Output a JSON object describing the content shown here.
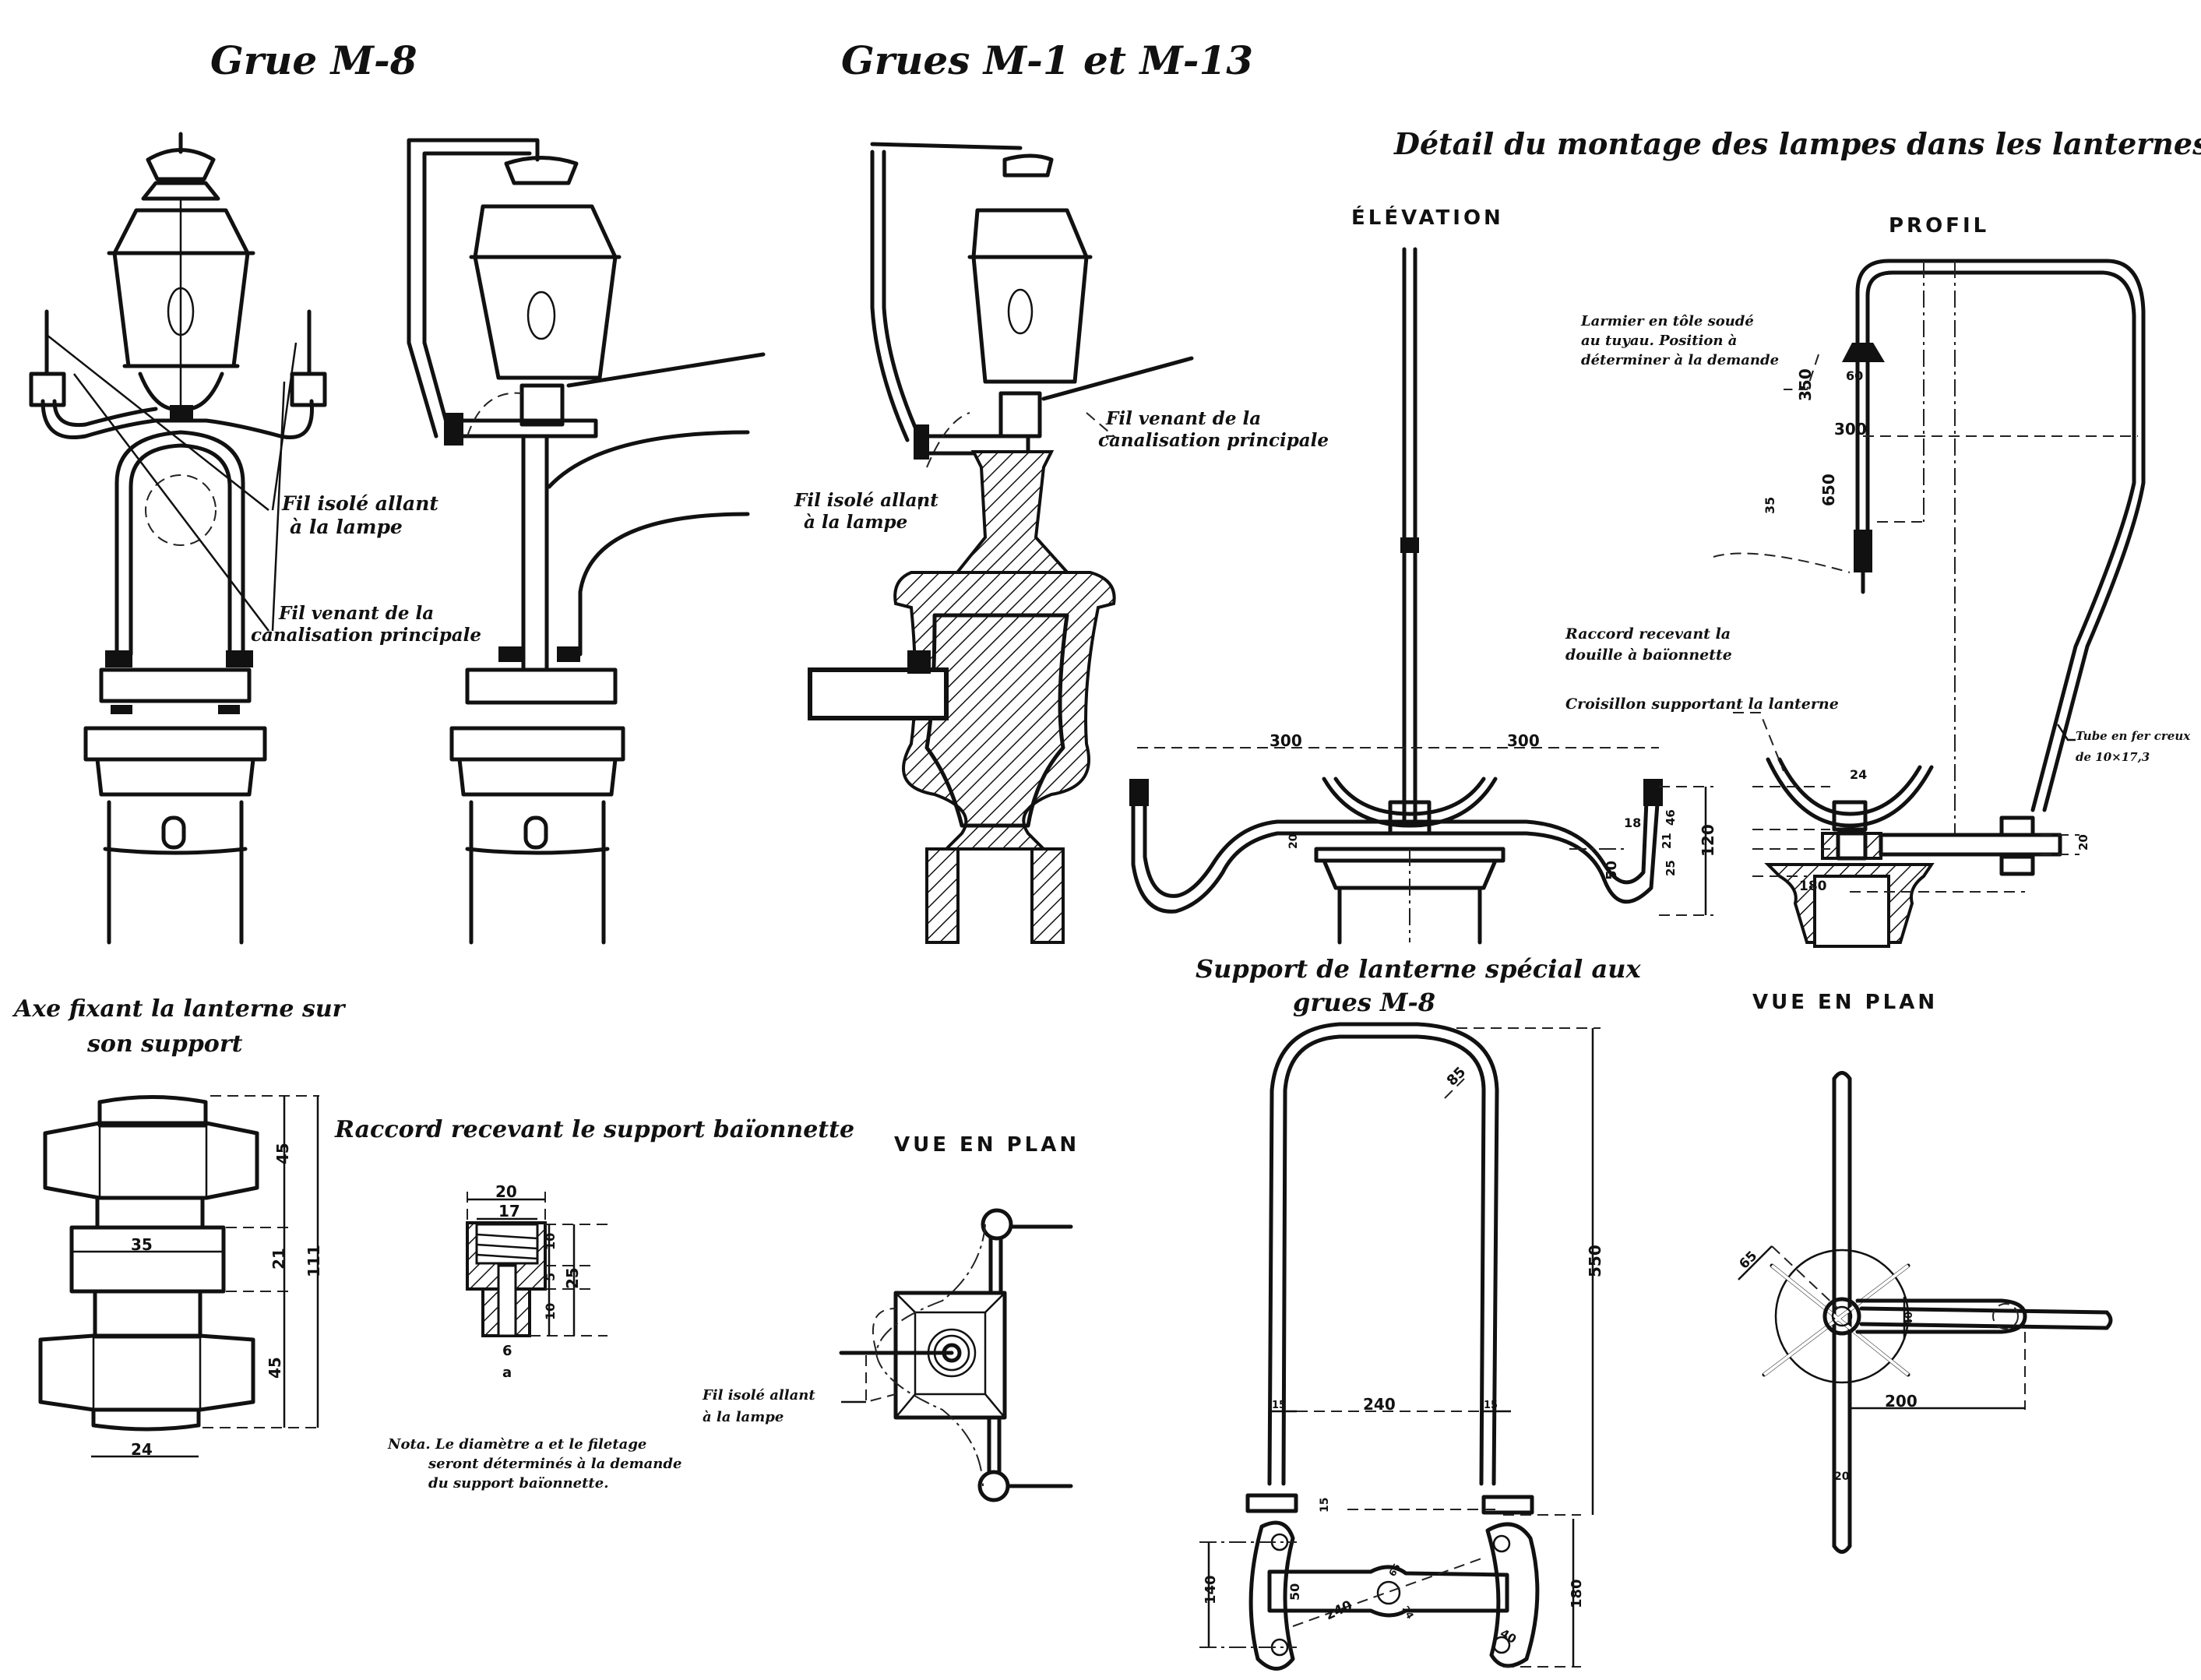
{
  "titles": {
    "grue_m8": "Grue  M-8",
    "grues_m1_m13": "Grues M-1 et M-13",
    "detail": "Détail du montage des lampes dans les lanternes",
    "axe_line1": "Axe fixant la lanterne sur",
    "axe_line2": "son support",
    "raccord_support": "Raccord recevant le support baïonnette",
    "support_line1": "Support de lanterne spécial aux",
    "support_line2": "grues  M-8"
  },
  "view_labels": {
    "elevation": "ÉLÉVATION",
    "profil": "PROFIL",
    "vue_en_plan_left": "VUE EN PLAN",
    "vue_en_plan_right": "VUE EN PLAN"
  },
  "annotations": {
    "m8_fil_isole_1": "Fil isolé allant",
    "m8_fil_isole_2": "à la lampe",
    "m8_fil_venant_1": "Fil venant de la",
    "m8_fil_venant_2": "canalisation principale",
    "m1_fil_venant_1": "Fil venant de la",
    "m1_fil_venant_2": "canalisation principale",
    "m1_fil_isole_1": "Fil isolé allant",
    "m1_fil_isole_2": "à la lampe",
    "larmier_1": "Larmier en tôle soudé",
    "larmier_2": "au tuyau. Position à",
    "larmier_3": "déterminer à la demande",
    "raccord_douille_1": "Raccord recevant la",
    "raccord_douille_2": "douille à baïonnette",
    "croisillon": "Croisillon supportant la lanterne",
    "tube_1": "Tube en fer creux",
    "tube_2": "de 10×17,3",
    "plan_fil_1": "Fil isolé allant",
    "plan_fil_2": "à la lampe",
    "nota_1": "Nota. Le diamètre a et le filetage",
    "nota_2": "seront déterminés à la demande",
    "nota_3": "du support baïonnette."
  },
  "dimensions": {
    "elevation": {
      "left_span": "300",
      "right_span": "300",
      "hook_height": "120",
      "dip": "50",
      "tube": "18",
      "bar": "20"
    },
    "profil": {
      "larmier_width": "60",
      "upper": "350",
      "width": "300",
      "lower": "650",
      "thread": "35",
      "nut": "24",
      "h_a": "46",
      "h_b": "21",
      "h_c": "25",
      "arm": "180",
      "arm_thick": "20"
    },
    "axe": {
      "nut_top": "45",
      "collar": "21",
      "nut_bottom": "45",
      "total": "111",
      "collar_width": "35",
      "bolt_width": "24"
    },
    "raccord": {
      "outer": "20",
      "inner": "17",
      "thread_depth": "10",
      "mid": "5",
      "stem": "10",
      "height": "25",
      "bore": "6",
      "dia": "a"
    },
    "support_m8": {
      "radius": "85",
      "height": "550",
      "leg": "15",
      "span": "240",
      "leg_r": "15",
      "foot": "15",
      "hole_pitch": "140",
      "bar_width": "50",
      "diag": "240",
      "hub_outer": "65",
      "hub_inner": "24",
      "plate": "40",
      "plate_height": "180"
    },
    "plan_right": {
      "cross": "65",
      "arm_width": "40",
      "reach": "200",
      "tube": "20"
    }
  }
}
